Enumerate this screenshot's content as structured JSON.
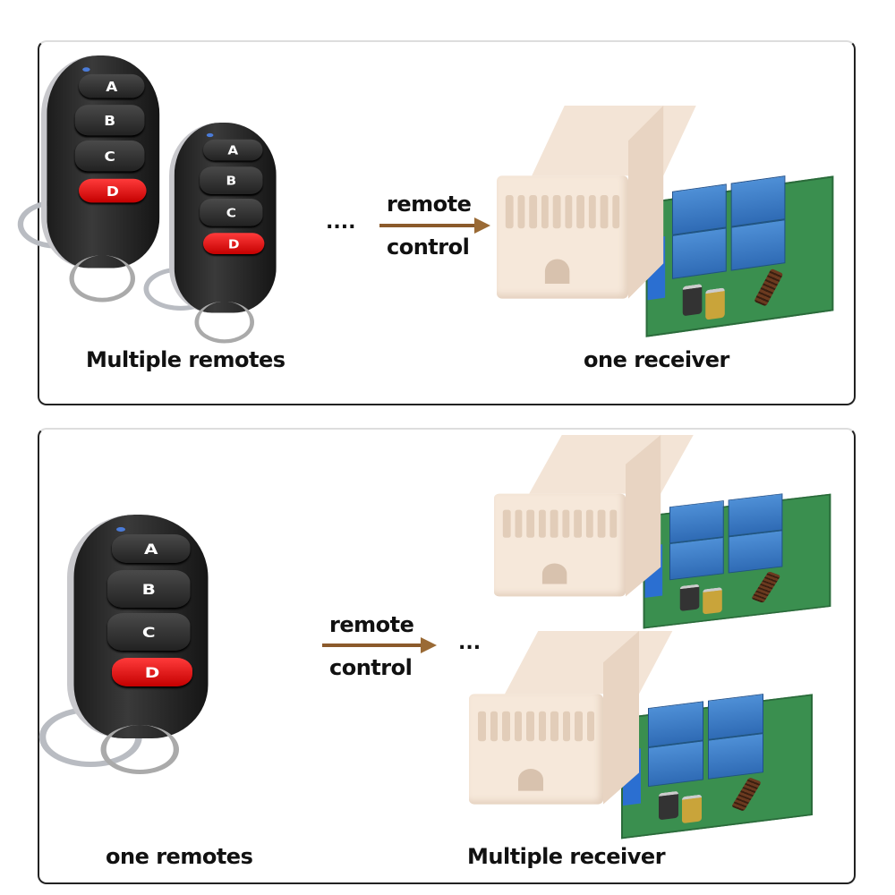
{
  "top_panel": {
    "left_caption": "Multiple remotes",
    "right_caption": "one receiver",
    "arrow_label_top": "remote",
    "arrow_label_bottom": "control",
    "ellipsis": "...."
  },
  "bottom_panel": {
    "left_caption": "one remotes",
    "right_caption": "Multiple receiver",
    "arrow_label_top": "remote",
    "arrow_label_bottom": "control",
    "ellipsis": "..."
  },
  "remote_buttons": [
    "A",
    "B",
    "C",
    "D"
  ],
  "colors": {
    "arrow": "#8b5a2b",
    "button_d": "#e02020",
    "case": "#f6e8da",
    "pcb": "#3a8f4f",
    "relay": "#3a7cc8"
  }
}
